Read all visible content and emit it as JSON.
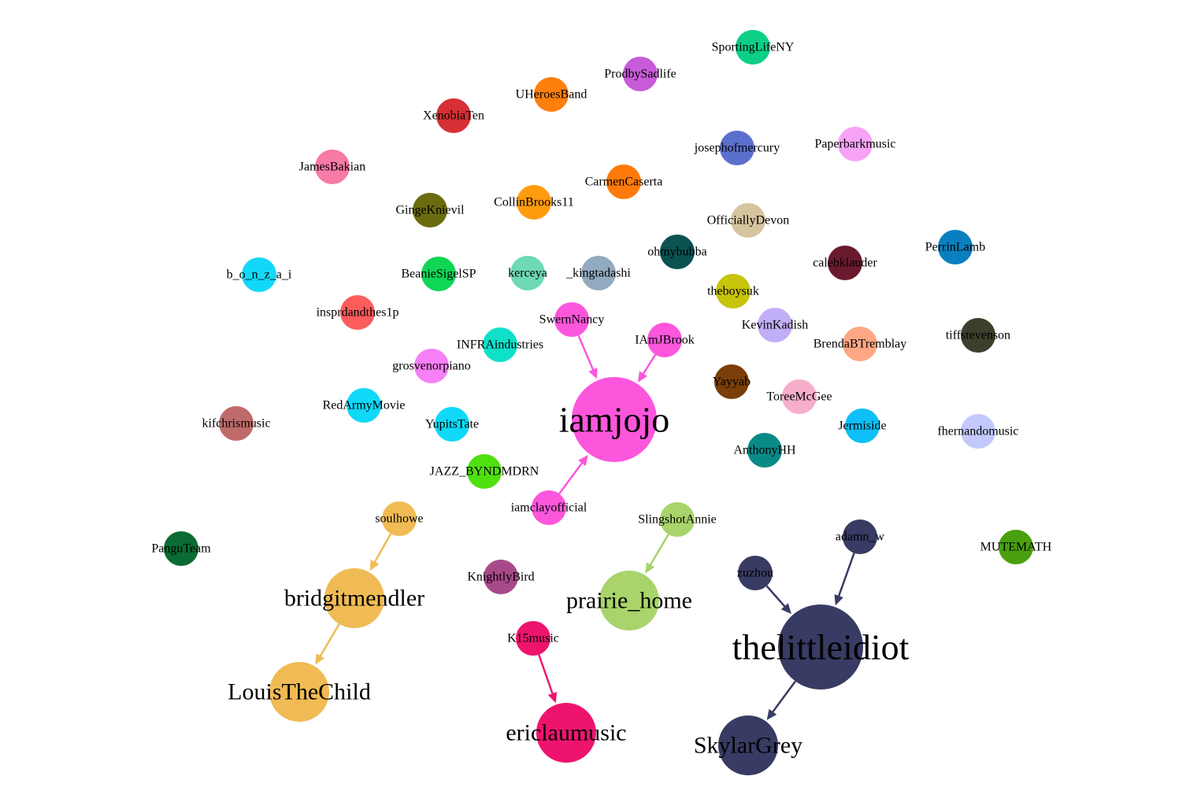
{
  "graph": {
    "nodes": [
      {
        "id": "SportingLifeNY",
        "label": "SportingLifeNY",
        "color": "#0ecf86",
        "size": "small"
      },
      {
        "id": "ProdbySadlife",
        "label": "ProdbySadlife",
        "color": "#c85bd9",
        "size": "small"
      },
      {
        "id": "UHeroesBand",
        "label": "UHeroesBand",
        "color": "#ff7f0e",
        "size": "small"
      },
      {
        "id": "XenobiaTen",
        "label": "XenobiaTen",
        "color": "#d62f35",
        "size": "small"
      },
      {
        "id": "JamesBakian",
        "label": "JamesBakian",
        "color": "#f77aa7",
        "size": "small"
      },
      {
        "id": "josephofmercury",
        "label": "josephofmercury",
        "color": "#5b6fcc",
        "size": "small"
      },
      {
        "id": "Paperbarkmusic",
        "label": "Paperbarkmusic",
        "color": "#f7a3f7",
        "size": "small"
      },
      {
        "id": "CarmenCaserta",
        "label": "CarmenCaserta",
        "color": "#ff7a0b",
        "size": "small"
      },
      {
        "id": "CollinBrooks11",
        "label": "CollinBrooks11",
        "color": "#ff9b0f",
        "size": "small"
      },
      {
        "id": "GingeKnievil",
        "label": "GingeKnievil",
        "color": "#6b6b10",
        "size": "small"
      },
      {
        "id": "OfficiallyDevon",
        "label": "OfficiallyDevon",
        "color": "#d6c49e",
        "size": "small"
      },
      {
        "id": "ohmybubba",
        "label": "ohmybubba",
        "color": "#0b5252",
        "size": "small"
      },
      {
        "id": "calebklauder",
        "label": "calebklauder",
        "color": "#6b1a2e",
        "size": "small"
      },
      {
        "id": "PerrinLamb",
        "label": "PerrinLamb",
        "color": "#0a7fbf",
        "size": "small"
      },
      {
        "id": "b_o_n_z_a_i",
        "label": "b_o_n_z_a_i",
        "color": "#12d8f7",
        "size": "small"
      },
      {
        "id": "BeanieSigelSP",
        "label": "BeanieSigelSP",
        "color": "#10d656",
        "size": "small"
      },
      {
        "id": "kerceya",
        "label": "kerceya",
        "color": "#6ed9b4",
        "size": "small"
      },
      {
        "id": "_kingtadashi",
        "label": "_kingtadashi",
        "color": "#92aabf",
        "size": "small"
      },
      {
        "id": "theboysuk",
        "label": "theboysuk",
        "color": "#c7c40a",
        "size": "small"
      },
      {
        "id": "insprdandthes1p",
        "label": "insprdandthes1p",
        "color": "#fc5c5c",
        "size": "small"
      },
      {
        "id": "SwernNancy",
        "label": "SwernNancy",
        "color": "#fc56dc",
        "size": "small"
      },
      {
        "id": "IAmJBrook",
        "label": "IAmJBrook",
        "color": "#fc56dc",
        "size": "small"
      },
      {
        "id": "KevinKadish",
        "label": "KevinKadish",
        "color": "#c0aef7",
        "size": "small"
      },
      {
        "id": "BrendaBTremblay",
        "label": "BrendaBTremblay",
        "color": "#ffa785",
        "size": "small"
      },
      {
        "id": "tiffstevenson",
        "label": "tiffstevenson",
        "color": "#3b402c",
        "size": "small"
      },
      {
        "id": "INFRAindustries",
        "label": "INFRAindustries",
        "color": "#0fe0c9",
        "size": "small"
      },
      {
        "id": "grosvenorpiano",
        "label": "grosvenorpiano",
        "color": "#f77ff7",
        "size": "small"
      },
      {
        "id": "Yayyab",
        "label": "Yayyab",
        "color": "#7a3e08",
        "size": "small"
      },
      {
        "id": "ToreeMcGee",
        "label": "ToreeMcGee",
        "color": "#f7aecc",
        "size": "small"
      },
      {
        "id": "kifchrismusic",
        "label": "kifchrismusic",
        "color": "#bf6b6b",
        "size": "small"
      },
      {
        "id": "RedArmyMovie",
        "label": "RedArmyMovie",
        "color": "#0fd9f7",
        "size": "small"
      },
      {
        "id": "YupitsTate",
        "label": "YupitsTate",
        "color": "#0fd9f7",
        "size": "small"
      },
      {
        "id": "iamjojo",
        "label": "iamjojo",
        "color": "#fc56dc",
        "size": "xlarge"
      },
      {
        "id": "Jermiside",
        "label": "Jermiside",
        "color": "#0fbff7",
        "size": "small"
      },
      {
        "id": "fhernandomusic",
        "label": "fhernandomusic",
        "color": "#c3c9fc",
        "size": "small"
      },
      {
        "id": "AnthonyHH",
        "label": "AnthonyHH",
        "color": "#0a8a87",
        "size": "small"
      },
      {
        "id": "JAZZ_BYNDMDRN",
        "label": "JAZZ_BYNDMDRN",
        "color": "#4fe00f",
        "size": "small"
      },
      {
        "id": "iamclayofficial",
        "label": "iamclayofficial",
        "color": "#fc56dc",
        "size": "small"
      },
      {
        "id": "soulhowe",
        "label": "soulhowe",
        "color": "#f0bb54",
        "size": "small"
      },
      {
        "id": "SlingshotAnnie",
        "label": "SlingshotAnnie",
        "color": "#a8d46b",
        "size": "small"
      },
      {
        "id": "adamn_w",
        "label": "adamn_w",
        "color": "#383b63",
        "size": "small"
      },
      {
        "id": "PanguTeam",
        "label": "PanguTeam",
        "color": "#0a6b33",
        "size": "small"
      },
      {
        "id": "MUTEMATH",
        "label": "MUTEMATH",
        "color": "#4aa00f",
        "size": "small"
      },
      {
        "id": "zuzhou",
        "label": "zuzhou",
        "color": "#383b63",
        "size": "small"
      },
      {
        "id": "bridgitmendler",
        "label": "bridgitmendler",
        "color": "#f0bb54",
        "size": "large"
      },
      {
        "id": "KnightlyBird",
        "label": "KnightlyBird",
        "color": "#a84a8a",
        "size": "small"
      },
      {
        "id": "prairie_home",
        "label": "prairie_home",
        "color": "#a8d46b",
        "size": "large"
      },
      {
        "id": "K15music",
        "label": "K15music",
        "color": "#ee146e",
        "size": "small"
      },
      {
        "id": "thelittleidiot",
        "label": "thelittleidiot",
        "color": "#383b63",
        "size": "xlarge"
      },
      {
        "id": "LouisTheChild",
        "label": "LouisTheChild",
        "color": "#f0bb54",
        "size": "large"
      },
      {
        "id": "ericlaumusic",
        "label": "ericlaumusic",
        "color": "#ee146e",
        "size": "large"
      },
      {
        "id": "SkylarGrey",
        "label": "SkylarGrey",
        "color": "#383b63",
        "size": "large"
      }
    ],
    "edges": [
      {
        "source": "SwernNancy",
        "target": "iamjojo",
        "color": "#fc56dc"
      },
      {
        "source": "IAmJBrook",
        "target": "iamjojo",
        "color": "#fc56dc"
      },
      {
        "source": "iamclayofficial",
        "target": "iamjojo",
        "color": "#fc56dc"
      },
      {
        "source": "soulhowe",
        "target": "bridgitmendler",
        "color": "#f0bb54"
      },
      {
        "source": "bridgitmendler",
        "target": "LouisTheChild",
        "color": "#f0bb54"
      },
      {
        "source": "SlingshotAnnie",
        "target": "prairie_home",
        "color": "#a8d46b"
      },
      {
        "source": "K15music",
        "target": "ericlaumusic",
        "color": "#ee146e"
      },
      {
        "source": "zuzhou",
        "target": "thelittleidiot",
        "color": "#383b63"
      },
      {
        "source": "adamn_w",
        "target": "thelittleidiot",
        "color": "#383b63"
      },
      {
        "source": "thelittleidiot",
        "target": "SkylarGrey",
        "color": "#383b63"
      }
    ]
  }
}
